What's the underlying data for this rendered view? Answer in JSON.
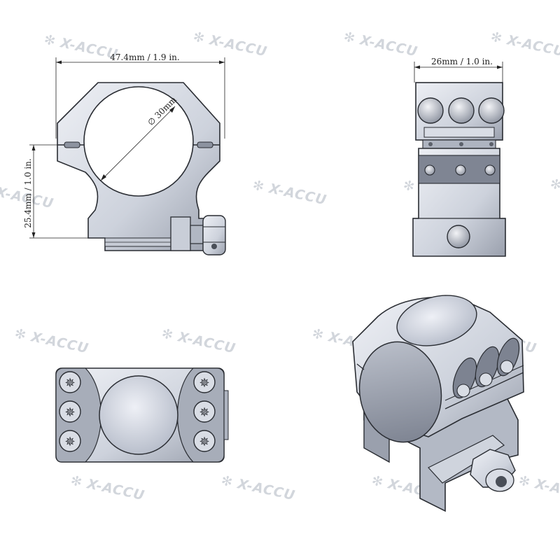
{
  "dimensions": {
    "front_width": "47.4mm / 1.9 in.",
    "front_diameter": "∅ 30mm",
    "front_height": "25.4mm / 1.0 in.",
    "side_width": "26mm / 1.0 in."
  },
  "watermark": {
    "text": "X-ACCU"
  },
  "colors": {
    "metal_light": "#dde1ea",
    "metal_mid": "#b9bfcc",
    "metal_dark": "#7d8391",
    "outline": "#2a2d33"
  }
}
